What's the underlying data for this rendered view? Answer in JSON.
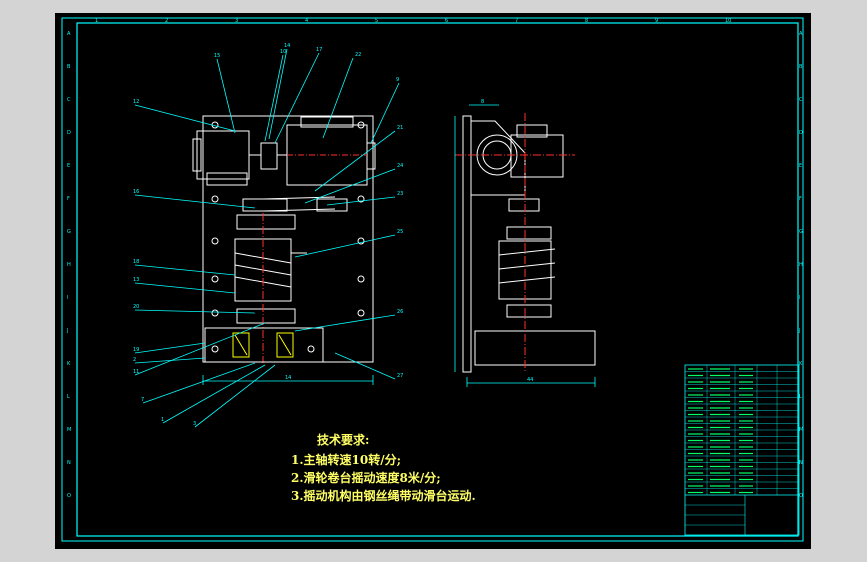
{
  "colors": {
    "canvas": "#000000",
    "frame": "#00ffff",
    "part": "#ffffff",
    "leader": "#00ffff",
    "centerline": "#ff3030",
    "dimension": "#00ffff",
    "table_text": "#00ff66",
    "requirements_text": "#ffff66"
  },
  "border": {
    "top_zones": [
      "1",
      "2",
      "3",
      "4",
      "5",
      "6",
      "7",
      "8",
      "9",
      "10"
    ],
    "side_zones": [
      "A",
      "B",
      "C",
      "D",
      "E",
      "F",
      "G",
      "H",
      "I",
      "J",
      "K",
      "L",
      "M",
      "N",
      "O"
    ]
  },
  "callouts_left": [
    "12",
    "16",
    "18",
    "13",
    "20",
    "19",
    "11",
    "7",
    "1",
    "3",
    "2"
  ],
  "callouts_right": [
    "22",
    "21",
    "24",
    "23",
    "25",
    "26",
    "27"
  ],
  "callouts_top": [
    "15",
    "14",
    "17",
    "10",
    "9"
  ],
  "dimensions": {
    "front_width": "14",
    "side_width": "44",
    "side_height": "8"
  },
  "technical_requirements": {
    "title": "技术要求:",
    "items": [
      "1.主轴转速10转/分;",
      "2.滑轮卷台摇动速度8米/分;",
      "3.摇动机构由钢丝绳带动滑台运动."
    ]
  },
  "title_block": {
    "drawing_name": "",
    "rows": 20
  }
}
